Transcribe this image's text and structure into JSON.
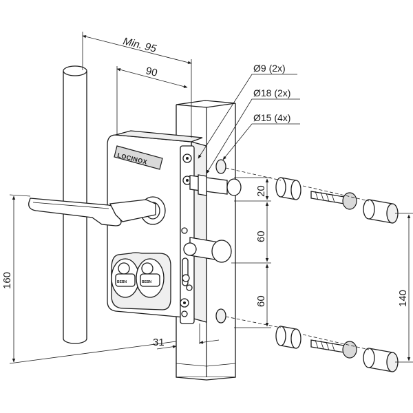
{
  "brand": "LOCINOX",
  "cylinder_marking": "BEBN",
  "dimensions": {
    "min_width": "Min. 95",
    "width": "90",
    "height_total": "160",
    "depth": "31",
    "spacing_top": "20",
    "spacing_middle": "60",
    "spacing_bottom": "60",
    "fixing_span": "140"
  },
  "callouts": {
    "hole_small": "Ø9 (2x)",
    "hole_large": "Ø18 (2x)",
    "hole_medium": "Ø15 (4x)"
  }
}
